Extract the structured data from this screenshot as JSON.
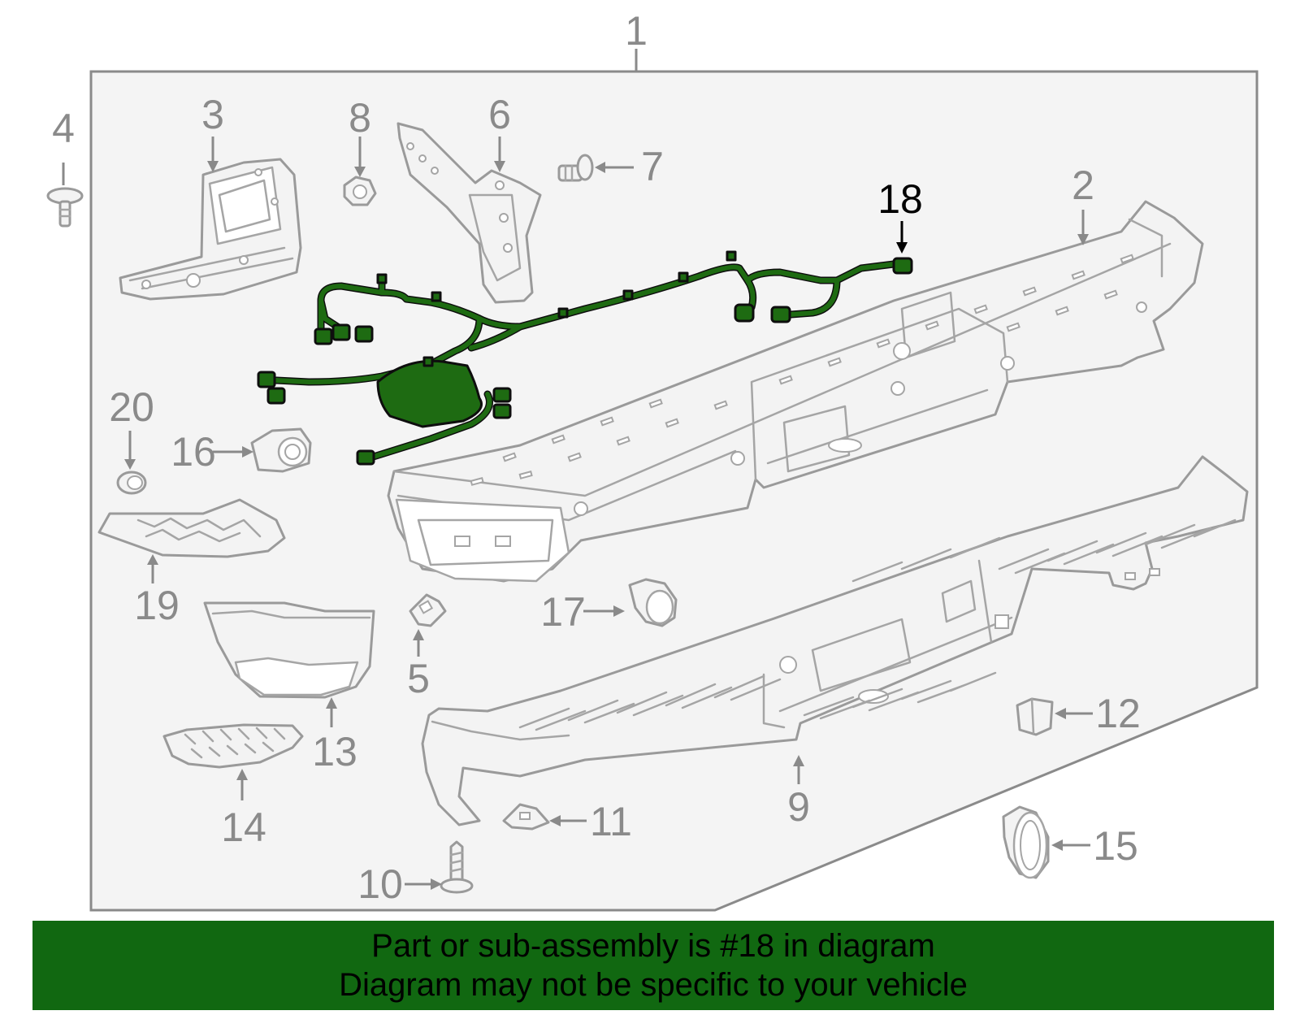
{
  "diagram": {
    "highlighted_part": "18",
    "colors": {
      "highlight": "#1e6b12",
      "line_art": "#9a9a9a",
      "banner": "#116811"
    },
    "callouts": [
      {
        "id": "1",
        "text": "1"
      },
      {
        "id": "2",
        "text": "2"
      },
      {
        "id": "3",
        "text": "3"
      },
      {
        "id": "4",
        "text": "4"
      },
      {
        "id": "5",
        "text": "5"
      },
      {
        "id": "6",
        "text": "6"
      },
      {
        "id": "7",
        "text": "7"
      },
      {
        "id": "8",
        "text": "8"
      },
      {
        "id": "9",
        "text": "9"
      },
      {
        "id": "10",
        "text": "10"
      },
      {
        "id": "11",
        "text": "11"
      },
      {
        "id": "12",
        "text": "12"
      },
      {
        "id": "13",
        "text": "13"
      },
      {
        "id": "14",
        "text": "14"
      },
      {
        "id": "15",
        "text": "15"
      },
      {
        "id": "16",
        "text": "16"
      },
      {
        "id": "17",
        "text": "17"
      },
      {
        "id": "18",
        "text": "18"
      },
      {
        "id": "19",
        "text": "19"
      },
      {
        "id": "20",
        "text": "20"
      }
    ]
  },
  "banner": {
    "line1": "Part or sub-assembly is #18 in diagram",
    "line2": "Diagram may not be specific to your vehicle"
  }
}
